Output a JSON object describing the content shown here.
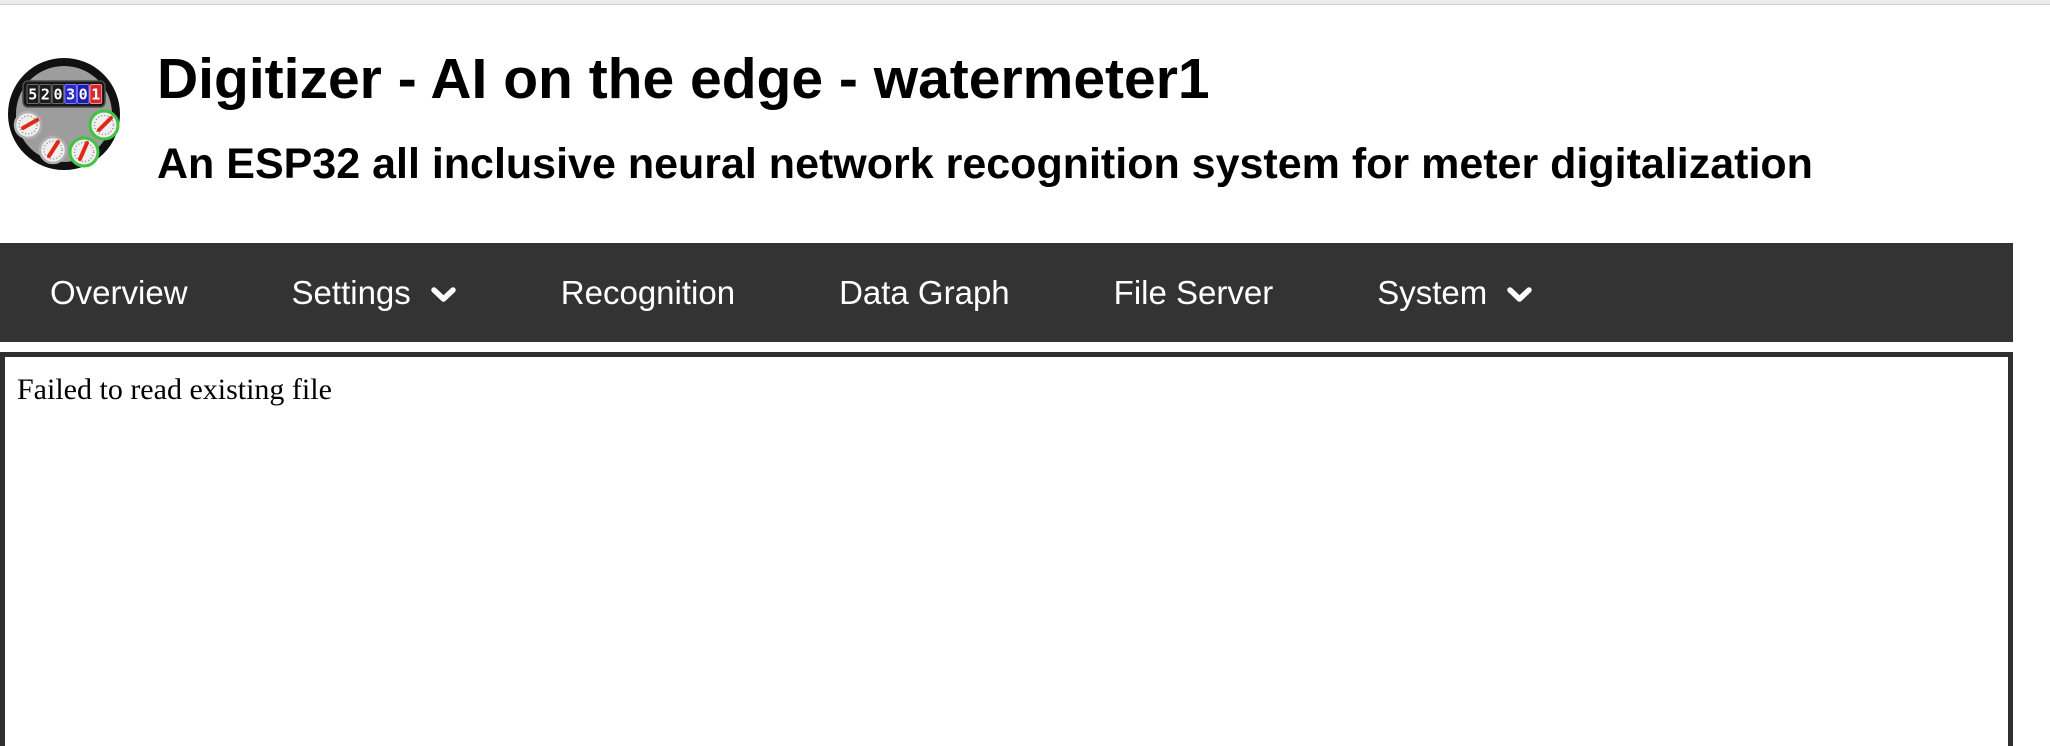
{
  "page": {
    "title": "Digitizer - AI on the edge - watermeter1",
    "subtitle": "An ESP32 all inclusive neural network recognition system for meter digitalization"
  },
  "logo": {
    "name": "water-meter-logo",
    "digits": [
      "5",
      "2",
      "0",
      "3",
      "0",
      "1"
    ],
    "digit_colors": [
      "#1c1c1c",
      "#1c1c1c",
      "#1c1c1c",
      "#2929c8",
      "#1d1da5",
      "#d42a2a"
    ]
  },
  "nav": {
    "bg_color": "#333333",
    "text_color": "#ffffff",
    "items": [
      {
        "label": "Overview",
        "icon": null
      },
      {
        "label": "Settings",
        "icon": "chevron-down"
      },
      {
        "label": "Recognition",
        "icon": null
      },
      {
        "label": "Data Graph",
        "icon": null
      },
      {
        "label": "File Server",
        "icon": null
      },
      {
        "label": "System",
        "icon": "chevron-down"
      }
    ]
  },
  "content": {
    "message": "Failed to read existing file",
    "border_color": "#2f2f2f"
  }
}
